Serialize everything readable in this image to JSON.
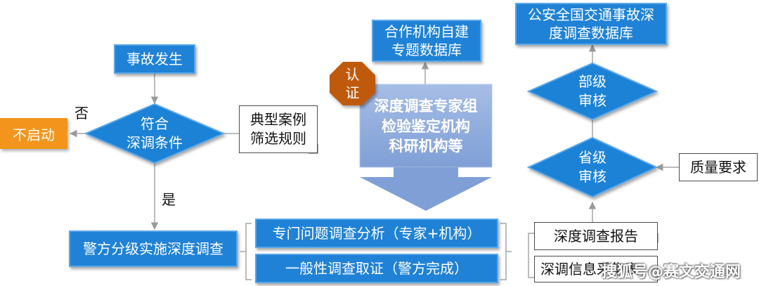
{
  "flow": {
    "event": "事故发生",
    "criteria": "符合\n深调条件",
    "no_label": "否",
    "yes_label": "是",
    "not_start": "不启动",
    "typical_cases": "典型案例\n筛选规则",
    "police_survey": "警方分级实施深度调查",
    "topic_analysis": "专门问题调查分析（专家+机构）",
    "general_survey": "一般性调查取证（警方完成）",
    "cooperative_db": "合作机构自建\n专题数据库",
    "certification": "认\n证",
    "experts": "深度调查专家组\n检验鉴定机构\n科研机构等",
    "national_db": "公安全国交通事故深\n度调查数据库",
    "ministry_review": "部级\n审核",
    "province_review": "省级\n审核",
    "quality": "质量要求",
    "report": "深度调查报告",
    "info_collect": "深调信息采集表"
  },
  "watermark": "搜狐号@赛文交通网",
  "colors": {
    "blue": "#1f82d6",
    "orange": "#f3951d",
    "expert_fill": "#93aee0",
    "certification_fill": "#bf5a0c",
    "connector": "#a6a6a6"
  }
}
